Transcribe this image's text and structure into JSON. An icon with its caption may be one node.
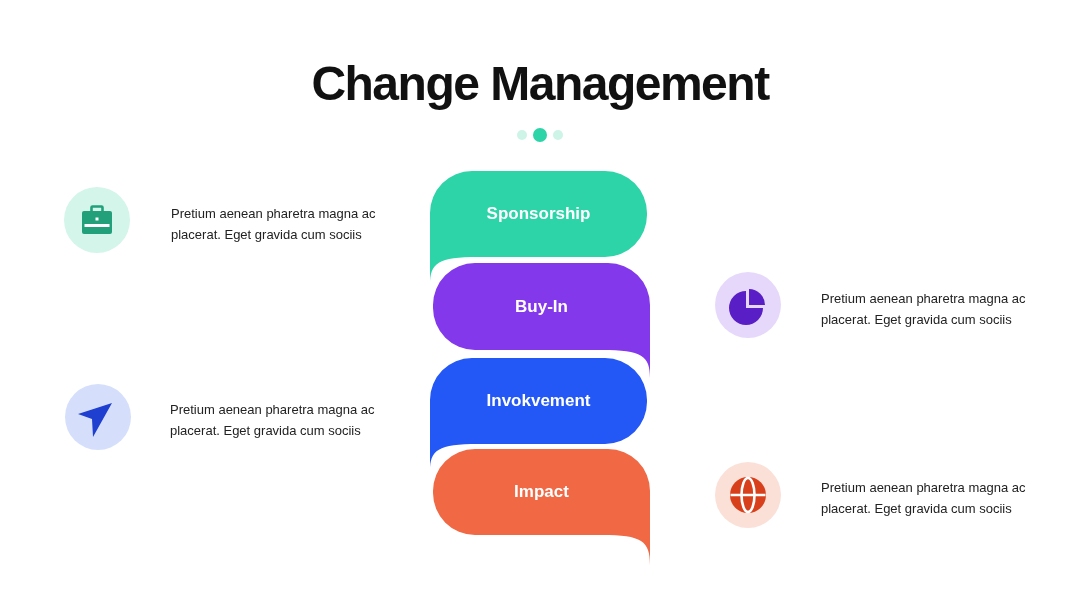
{
  "diagram": {
    "title": "Change Management",
    "nodes": [
      {
        "text": [
          "Sponsorship"
        ]
      },
      {
        "text": [
          "Buy-In"
        ]
      },
      {
        "text": [
          "Invokvement"
        ]
      },
      {
        "text": [
          "Impact"
        ]
      }
    ],
    "labels": [
      "Pretium aenean pharetra magna ac placerat. Eget gravida cum sociis",
      "Pretium aenean pharetra magna ac placerat. Eget gravida cum sociis",
      "Pretium aenean pharetra magna ac placerat. Eget gravida cum sociis",
      "Pretium aenean pharetra magna ac placerat. Eget gravida cum sociis"
    ]
  }
}
